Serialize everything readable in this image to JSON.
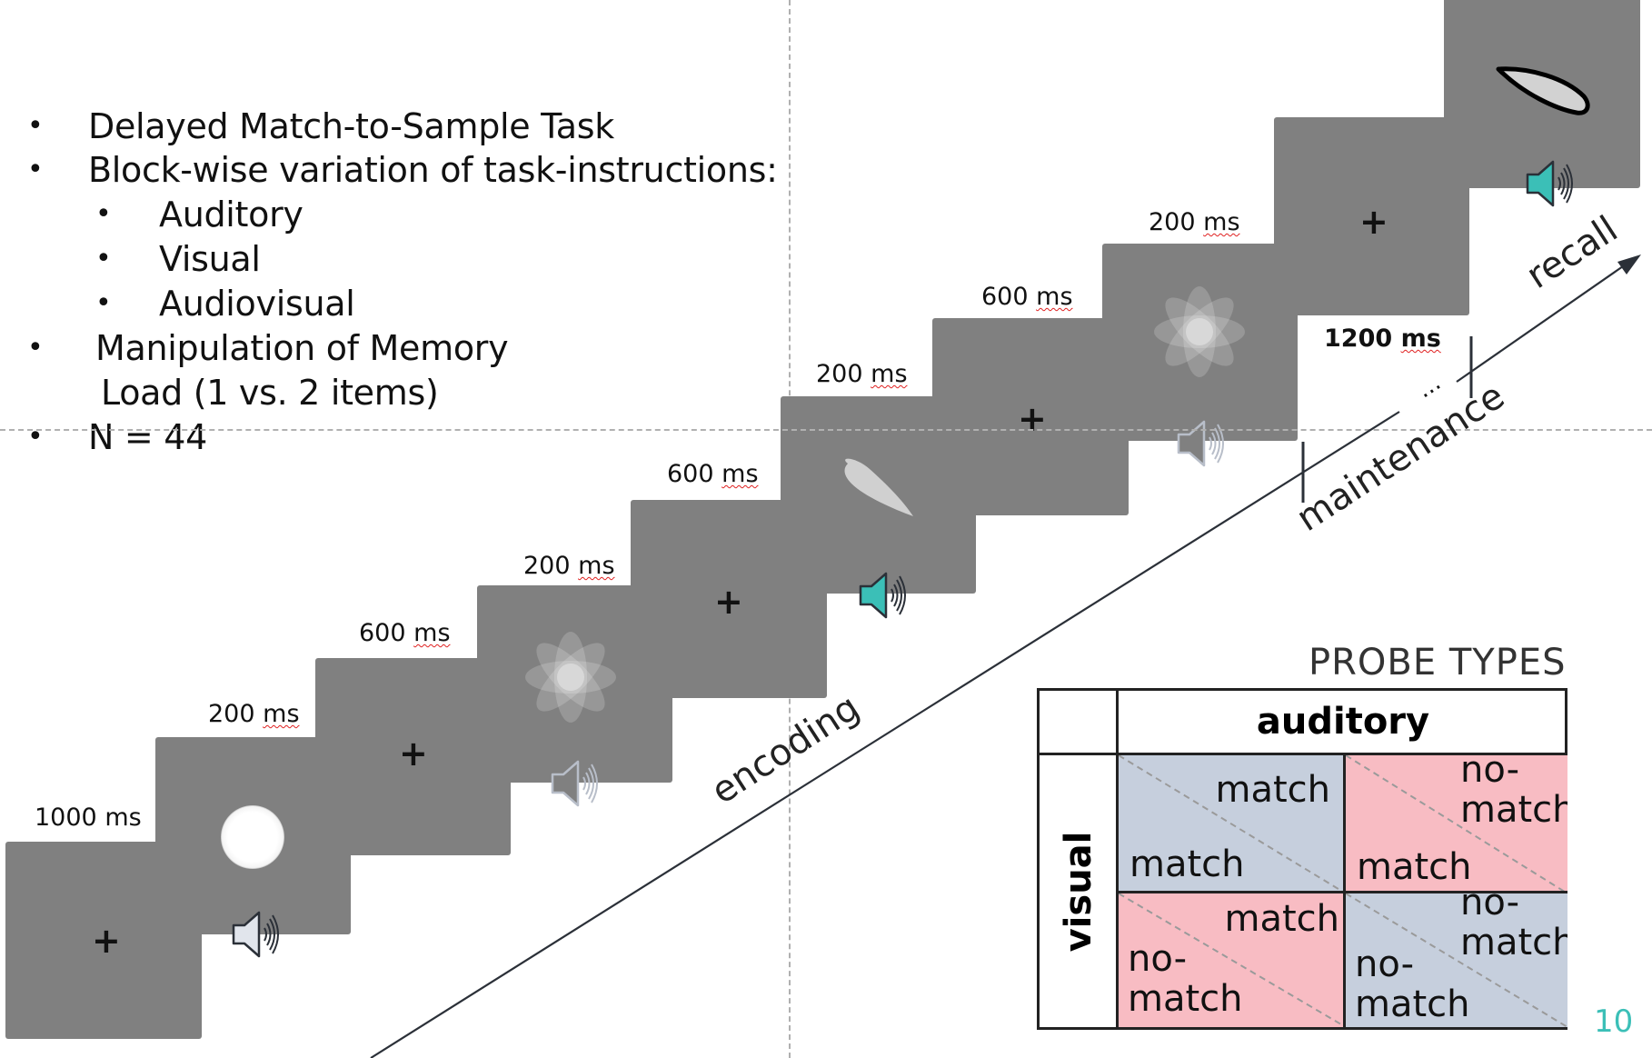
{
  "bullets": [
    {
      "level": 1,
      "text": "Delayed Match-to-Sample Task"
    },
    {
      "level": 1,
      "text": "Block-wise variation of task-instructions:"
    },
    {
      "level": 2,
      "text": "Auditory"
    },
    {
      "level": 2,
      "text": "Visual"
    },
    {
      "level": 2,
      "text": "Audiovisual"
    },
    {
      "level": 1,
      "text": "Manipulation of Memory"
    },
    {
      "level": 0,
      "text": "Load (1 vs. 2 items)"
    },
    {
      "level": 1,
      "text": "N = 44"
    }
  ],
  "bullet_glyph": "•",
  "trial_sequence": [
    {
      "duration": "1000",
      "unit": "ms",
      "stimulus": "fixation-cross",
      "sound": "none"
    },
    {
      "duration": "200",
      "unit": "ms",
      "stimulus": "blurred-white-disc",
      "sound": "speaker-inactive-light"
    },
    {
      "duration": "600",
      "unit": "ms",
      "stimulus": "fixation-cross",
      "sound": "none"
    },
    {
      "duration": "200",
      "unit": "ms",
      "stimulus": "flower-pattern",
      "sound": "speaker-inactive-outline"
    },
    {
      "duration": "600",
      "unit": "ms",
      "stimulus": "fixation-cross",
      "sound": "none"
    },
    {
      "duration": "200",
      "unit": "ms",
      "stimulus": "teardrop-shape",
      "sound": "speaker-active-teal"
    },
    {
      "duration": "600",
      "unit": "ms",
      "stimulus": "fixation-cross",
      "sound": "none"
    },
    {
      "duration": "200",
      "unit": "ms",
      "stimulus": "flower-pattern",
      "sound": "speaker-inactive-outline"
    },
    {
      "duration": "1200",
      "unit": "ms",
      "stimulus": "fixation-cross",
      "sound": "none",
      "bold": true
    },
    {
      "duration": "",
      "unit": "",
      "stimulus": "teardrop-outlined-probe",
      "sound": "speaker-active-teal"
    }
  ],
  "fixation_symbol": "+",
  "timeline": {
    "phases": [
      "encoding",
      "maintenance",
      "recall"
    ],
    "ellipsis": "..."
  },
  "probe_types": {
    "title": "PROBE TYPES",
    "col_header": "auditory",
    "row_header": "visual",
    "cells": [
      {
        "upper_right": "match",
        "lower_left": "match",
        "type": "congruent"
      },
      {
        "upper_right": "no-\nmatch",
        "lower_left": "match",
        "type": "incongruent"
      },
      {
        "upper_right": "match",
        "lower_left": "no-\nmatch",
        "type": "incongruent"
      },
      {
        "upper_right": "no-\nmatch",
        "lower_left": "no-\nmatch",
        "type": "congruent"
      }
    ]
  },
  "colors": {
    "screen_gray": "#808080",
    "congruent_cell": "#c6cfdd",
    "incongruent_cell": "#f8bcc3",
    "speaker_active": "#3bbfb7",
    "slide_number": "#3bbfb7"
  },
  "slide_number": "10"
}
